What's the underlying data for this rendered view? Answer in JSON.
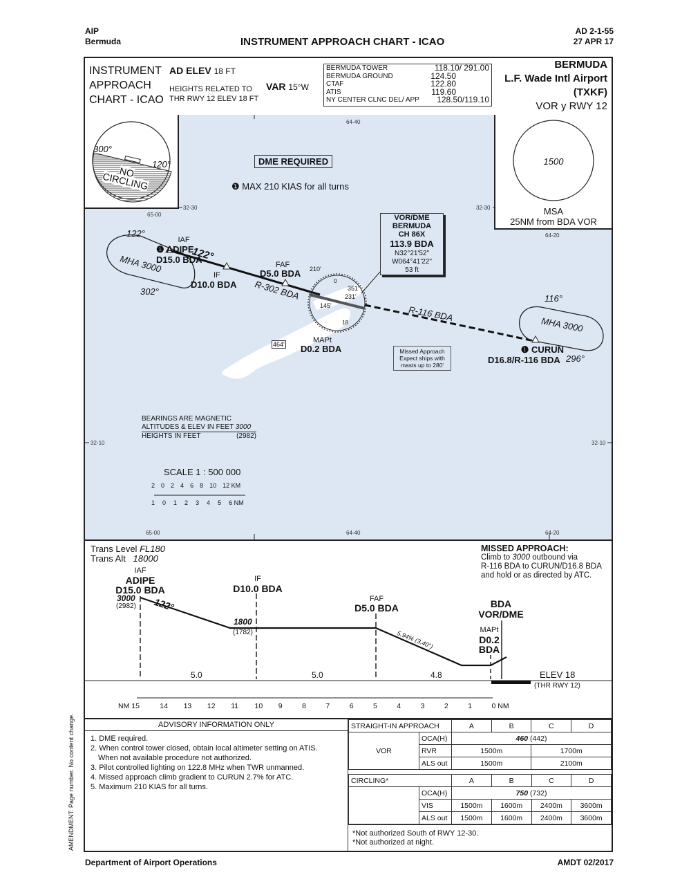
{
  "header": {
    "aip": "AIP",
    "country": "Bermuda",
    "title": "INSTRUMENT APPROACH CHART - ICAO",
    "page_ref": "AD 2-1-55",
    "date": "27 APR 17"
  },
  "title_block": {
    "chart_type_line1": "INSTRUMENT",
    "chart_type_line2": "APPROACH",
    "chart_type_line3": "CHART - ICAO",
    "ad_elev_label": "AD ELEV",
    "ad_elev_value": "18 FT",
    "heights_line1": "HEIGHTS RELATED TO",
    "heights_line2": "THR RWY 12 ELEV 18 FT",
    "var_label": "VAR",
    "var_value": "15°W",
    "frequencies": [
      {
        "name": "BERMUDA TOWER",
        "freq": "118.10/ 291.00"
      },
      {
        "name": "BERMUDA GROUND",
        "freq": "124.50"
      },
      {
        "name": "CTAF",
        "freq": "122.80"
      },
      {
        "name": "ATIS",
        "freq": "119.60"
      },
      {
        "name": "NY CENTER CLNC DEL/ APP",
        "freq": "128.50/119.10"
      }
    ],
    "airport_region": "BERMUDA",
    "airport_name": "L.F. Wade Intl Airport",
    "airport_icao": "(TXKF)",
    "procedure": "VOR y RWY 12"
  },
  "plan_view": {
    "circling_inset": {
      "bearing_a": "300°",
      "bearing_b": "120°",
      "label_line1": "NO",
      "label_line2": "CIRCLING"
    },
    "msa_inset": {
      "altitude": "1500",
      "label": "MSA",
      "sublabel": "25NM from BDA VOR"
    },
    "dme_required": "DME REQUIRED",
    "note_marker": "❶",
    "max_speed_note": "MAX 210 KIAS for all turns",
    "grid_labels": {
      "lon_6440": "64-40",
      "lon_6500": "65-00",
      "lon_6420": "64-20",
      "lat_3230": "32-30",
      "lat_3210": "32-10"
    },
    "hold_west": {
      "inbound": "122°",
      "outbound": "302°",
      "mha": "MHA 3000"
    },
    "iaf": {
      "role": "IAF",
      "name": "ADIPE",
      "dist": "D15.0 BDA"
    },
    "track_inbound": "122°",
    "if_fix": {
      "role": "IF",
      "dist": "D10.0 BDA"
    },
    "radial_inbound": "R-302 BDA",
    "faf": {
      "role": "FAF",
      "dist": "D5.0 BDA"
    },
    "obstacles": [
      "210'",
      "351'",
      "231'",
      "145'",
      "464'"
    ],
    "aerodrome_marks": {
      "north": "0",
      "south": "18"
    },
    "vor": {
      "type": "VOR/DME",
      "name": "BERMUDA",
      "channel": "CH 86X",
      "freq": "113.9 BDA",
      "lat": "N32°21'52\"",
      "lon": "W064°41'22\"",
      "elev": "53 ft"
    },
    "mapt": {
      "role": "MAPt",
      "dist": "D0.2 BDA"
    },
    "radial_outbound": "R-116 BDA",
    "missed_box": [
      "Missed Approach",
      "Expect ships with",
      "masts up to 280'"
    ],
    "hold_east": {
      "inbound": "296°",
      "outbound": "116°",
      "mha": "MHA 3000"
    },
    "curun": {
      "name": "CURUN",
      "dist": "D16.8/R-116 BDA"
    },
    "legend": {
      "line1": "BEARINGS ARE MAGNETIC",
      "line2": "ALTITUDES & ELEV IN FEET",
      "line2_val": "3000",
      "line3": "HEIGHTS IN FEET",
      "line3_val": "(2982)"
    },
    "scale": {
      "title": "SCALE 1 : 500 000",
      "km_ticks": [
        "2",
        "0",
        "2",
        "4",
        "6",
        "8",
        "10",
        "12 KM"
      ],
      "nm_ticks": [
        "1",
        "0",
        "1",
        "2",
        "3",
        "4",
        "5",
        "6 NM"
      ]
    }
  },
  "profile": {
    "trans_level_label": "Trans Level",
    "trans_level": "FL180",
    "trans_alt_label": "Trans Alt",
    "trans_alt": "18000",
    "iaf": {
      "role": "IAF",
      "name": "ADIPE",
      "dist": "D15.0 BDA",
      "alt": "3000",
      "height": "(2982)"
    },
    "track": "122°",
    "if_fix": {
      "role": "IF",
      "dist": "D10.0 BDA",
      "alt": "1800",
      "height": "(1782)"
    },
    "faf": {
      "role": "FAF",
      "dist": "D5.0 BDA"
    },
    "glide": "5.94% (3.40°)",
    "vor_label_1": "BDA",
    "vor_label_2": "VOR/DME",
    "mapt": {
      "role": "MAPt",
      "dist1": "D0.2",
      "dist2": "BDA"
    },
    "segments": [
      "5.0",
      "5.0",
      "4.8"
    ],
    "elev": "ELEV 18",
    "thr": "(THR RWY 12)",
    "missed": {
      "title": "MISSED APPROACH:",
      "line1_a": "Climb to",
      "line1_alt": "3000",
      "line1_b": "outbound via",
      "line2": "R-116 BDA to CURUN/D16.8 BDA",
      "line3": "and hold or as directed by ATC."
    },
    "nm_scale": [
      "NM 15",
      "14",
      "13",
      "12",
      "11",
      "10",
      "9",
      "8",
      "7",
      "6",
      "5",
      "4",
      "3",
      "2",
      "1",
      "0 NM"
    ]
  },
  "minima": {
    "advisory_title": "ADVISORY INFORMATION ONLY",
    "notes": [
      "1. DME required.",
      "2. When control tower closed, obtain local altimeter setting on ATIS.",
      "When not available procedure not authorized.",
      "3. Pilot controlled lighting on 122.8 MHz when TWR unmanned.",
      "4. Missed approach climb gradient to CURUN 2.7% for ATC.",
      "5. Maximum 210 KIAS for all turns."
    ],
    "straight_in": {
      "title": "STRAIGHT-IN APPROACH",
      "cats": [
        "A",
        "B",
        "C",
        "D"
      ],
      "type": "VOR",
      "oca_label": "OCA(H)",
      "oca_alt": "460",
      "oca_h": "(442)",
      "rvr_label": "RVR",
      "rvr_ab": "1500m",
      "rvr_cd": "1700m",
      "als_label": "ALS out",
      "als_ab": "1500m",
      "als_cd": "2100m"
    },
    "circling": {
      "title": "CIRCLING*",
      "cats": [
        "A",
        "B",
        "C",
        "D"
      ],
      "oca_label": "OCA(H)",
      "oca_alt": "750",
      "oca_h": "(732)",
      "vis_label": "VIS",
      "vis": [
        "1500m",
        "1600m",
        "2400m",
        "3600m"
      ],
      "als_label": "ALS out",
      "als": [
        "1500m",
        "1600m",
        "2400m",
        "3600m"
      ]
    },
    "footnotes": [
      "*Not authorized South of RWY 12-30.",
      "*Not authorized at night."
    ]
  },
  "footer": {
    "dept": "Department of Airport Operations",
    "amdt": "AMDT 02/2017",
    "amendment_note": "AMENDMENT: Page number. No content change."
  }
}
